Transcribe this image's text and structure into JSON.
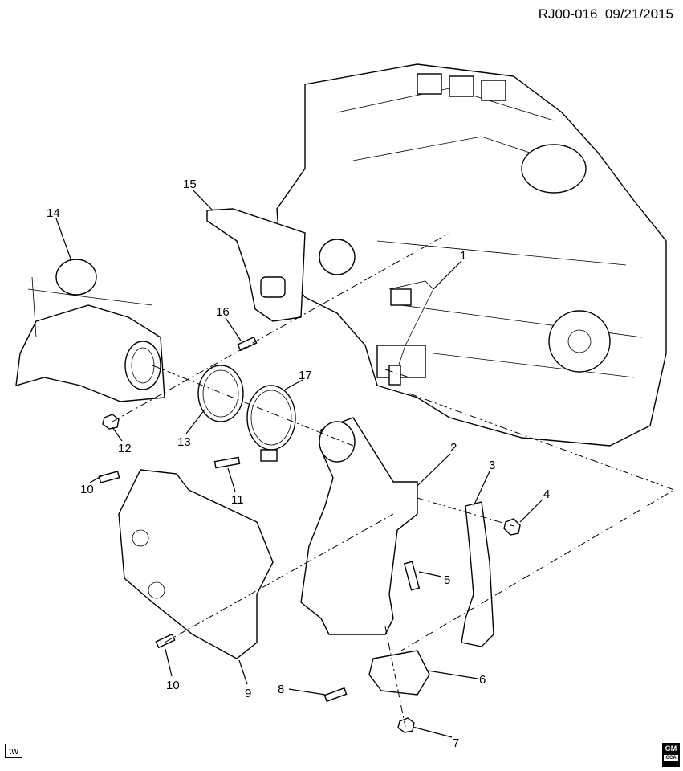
{
  "header": {
    "code": "RJ00-016",
    "date": "09/21/2015"
  },
  "callouts": [
    "1",
    "2",
    "3",
    "4",
    "5",
    "6",
    "7",
    "8",
    "9",
    "10",
    "10",
    "11",
    "12",
    "13",
    "14",
    "15",
    "16",
    "17"
  ],
  "footer": {
    "view_badge": "tw",
    "logo": {
      "top": "GM",
      "bottom": "GCA"
    }
  }
}
